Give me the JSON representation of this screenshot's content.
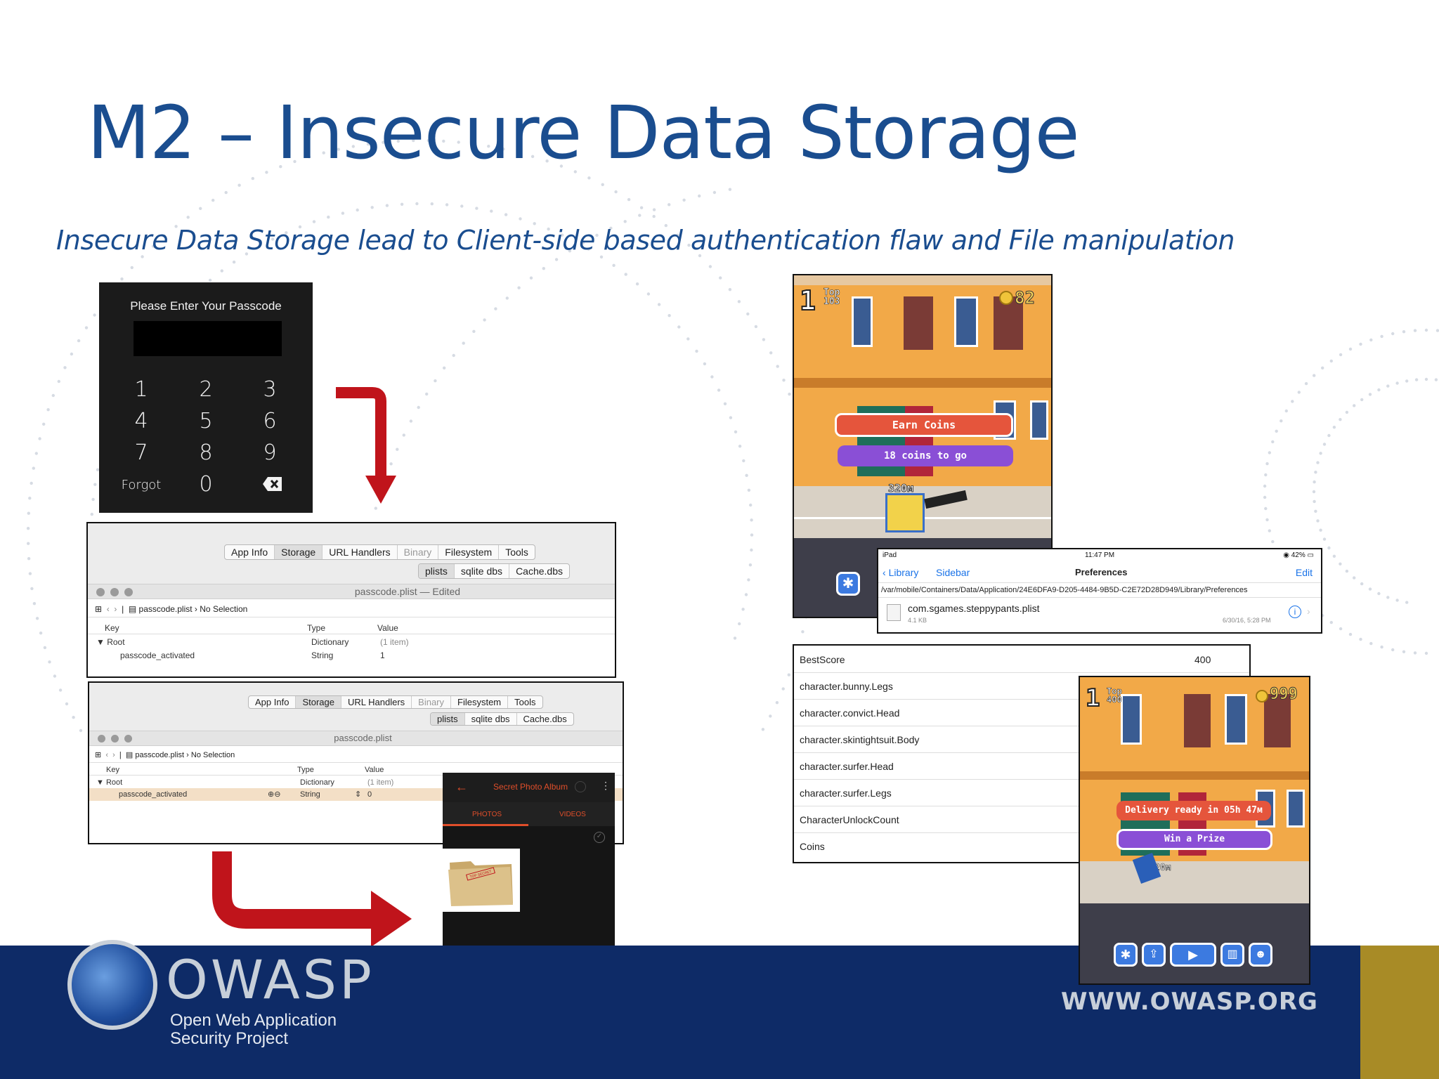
{
  "slide": {
    "title": "M2 – Insecure Data Storage",
    "subtitle": "Insecure Data Storage lead to Client-side based authentication flaw and File manipulation"
  },
  "passcode": {
    "prompt": "Please Enter Your Passcode",
    "keys": [
      "1",
      "2",
      "3",
      "4",
      "5",
      "6",
      "7",
      "8",
      "9"
    ],
    "forgot": "Forgot",
    "zero": "0"
  },
  "plist_top": {
    "tabs": [
      "App Info",
      "Storage",
      "URL Handlers",
      "Binary",
      "Filesystem",
      "Tools"
    ],
    "subtabs": [
      "plists",
      "sqlite dbs",
      "Cache.dbs"
    ],
    "window_title": "passcode.plist — Edited",
    "breadcrumb_file": "passcode.plist",
    "breadcrumb_sel": "No Selection",
    "headers": [
      "Key",
      "Type",
      "Value"
    ],
    "rows": [
      {
        "key": "▼ Root",
        "type": "Dictionary",
        "value": "(1 item)"
      },
      {
        "key": "passcode_activated",
        "type": "String",
        "value": "1"
      }
    ]
  },
  "plist_bottom": {
    "tabs": [
      "App Info",
      "Storage",
      "URL Handlers",
      "Binary",
      "Filesystem",
      "Tools"
    ],
    "subtabs": [
      "plists",
      "sqlite dbs",
      "Cache.dbs"
    ],
    "window_title": "passcode.plist",
    "breadcrumb_file": "passcode.plist",
    "breadcrumb_sel": "No Selection",
    "headers": [
      "Key",
      "Type",
      "Value"
    ],
    "rows": [
      {
        "key": "▼ Root",
        "type": "Dictionary",
        "value": "(1 item)"
      },
      {
        "key": "passcode_activated",
        "type": "String",
        "value": "0"
      }
    ]
  },
  "album": {
    "title": "Secret Photo Album",
    "tab_photos": "PHOTOS",
    "tab_videos": "VIDEOS",
    "folder_label": "TOP SECRET"
  },
  "game_top": {
    "rank": "1",
    "top_label": "Top",
    "top_value": "103",
    "coins": "82",
    "earn": "Earn Coins",
    "to_go": "18 coins to go",
    "distance": "320м"
  },
  "game_bottom": {
    "rank": "1",
    "top_label": "Top",
    "top_value": "400",
    "coins": "999",
    "delivery": "Delivery ready in 05h 47м",
    "prize": "Win a Prize",
    "distance": "20м"
  },
  "ipad": {
    "device": "iPad",
    "time": "11:47 PM",
    "battery": "42%",
    "back": "Library",
    "sidebar": "Sidebar",
    "title": "Preferences",
    "edit": "Edit",
    "path": "/var/mobile/Containers/Data/Application/24E6DFA9-D205-4484-9B5D-C2E72D28D949/Library/Preferences",
    "file_name": "com.sgames.steppypants.plist",
    "file_size": "4.1 KB",
    "file_date": "6/30/16, 5:28 PM"
  },
  "prefs": {
    "rows": [
      {
        "key": "BestScore",
        "value": "400"
      },
      {
        "key": "character.bunny.Legs",
        "value": ""
      },
      {
        "key": "character.convict.Head",
        "value": ""
      },
      {
        "key": "character.skintightsuit.Body",
        "value": ""
      },
      {
        "key": "character.surfer.Head",
        "value": ""
      },
      {
        "key": "character.surfer.Legs",
        "value": ""
      },
      {
        "key": "CharacterUnlockCount",
        "value": ""
      },
      {
        "key": "Coins",
        "value": ""
      }
    ]
  },
  "footer": {
    "brand": "OWASP",
    "sub1": "Open Web Application",
    "sub2": "Security Project",
    "url": "WWW.OWASP.ORG"
  },
  "colors": {
    "title_blue": "#1a4d8f",
    "arrow_red": "#c0141b",
    "footer_navy": "#0e2b67",
    "footer_gold": "#a88b26"
  }
}
